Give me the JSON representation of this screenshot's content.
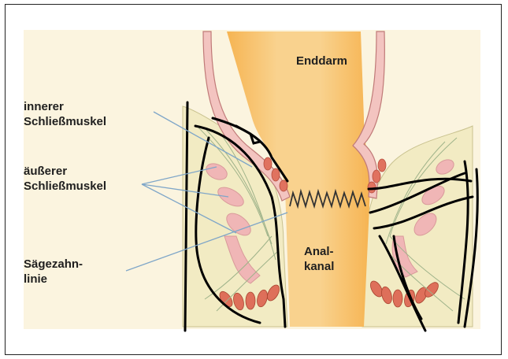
{
  "labels": {
    "enddarm": "Enddarm",
    "innerer": "innerer\nSchließmuskel",
    "aeusserer": "äußerer\nSchließmuskel",
    "saegezahn": "Sägezahn-\nlinie",
    "analkanal": "Anal-\nkanal"
  },
  "colors": {
    "background_panel": "#f9f2dc",
    "rectum": "#f2c879",
    "tissue": "#f1eac0",
    "muscle_pink": "#f0b9b9",
    "muscle_red": "#dd6b57",
    "outline": "#000000",
    "leader": "#7fa6c8"
  }
}
